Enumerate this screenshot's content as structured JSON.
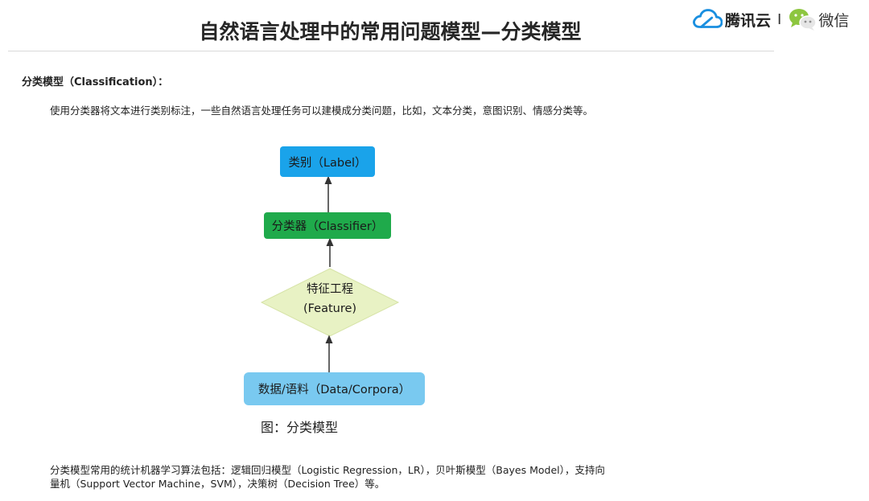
{
  "header": {
    "title": "自然语言处理中的常用问题模型—分类模型",
    "brand": {
      "tencent_cloud_label": "腾讯云",
      "separator": "I",
      "wechat_label": "微信",
      "icons": [
        "tencent-cloud-icon",
        "wechat-icon"
      ]
    }
  },
  "section": {
    "heading": "分类模型（Classification）：",
    "intro": "使用分类器将文本进行类别标注，一些自然语言处理任务可以建模成分类问题，比如，文本分类，意图识别、情感分类等。"
  },
  "diagram": {
    "nodes": {
      "label": "类别（Label）",
      "classifier": "分类器（Classifier）",
      "feature_line1": "特征工程",
      "feature_line2": "(Feature)",
      "data": "数据/语料（Data/Corpora）"
    },
    "colors": {
      "label_box": "#1aa3ea",
      "classifier_box": "#1faa4b",
      "feature_diamond": "#e8f2c4",
      "data_box": "#79c9f0"
    },
    "caption": "图：分类模型"
  },
  "footer": {
    "line1": "分类模型常用的统计机器学习算法包括：逻辑回归模型（Logistic Regression，LR），贝叶斯模型（Bayes Model），支持向",
    "line2": "量机（Support Vector Machine，SVM），决策树（Decision Tree）等。"
  }
}
